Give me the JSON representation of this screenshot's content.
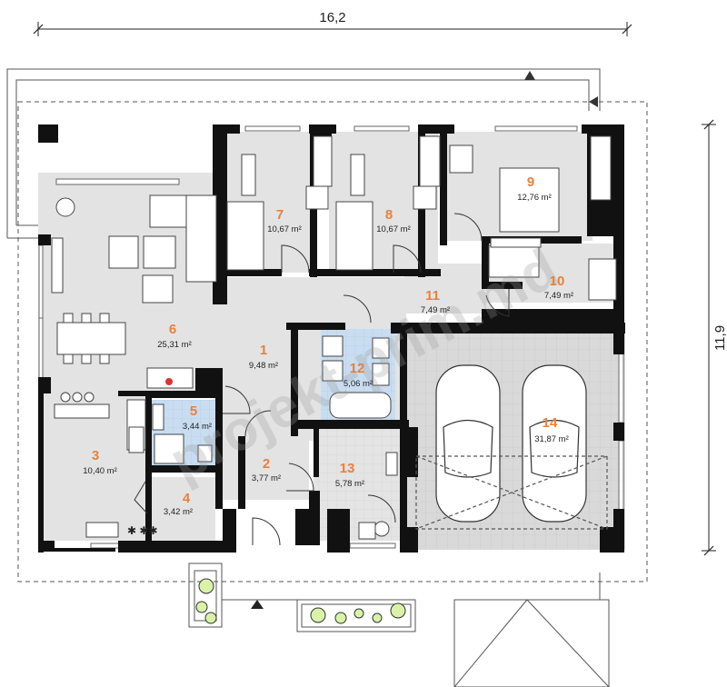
{
  "dimensions": {
    "width_label": "16,2",
    "height_label": "11,9"
  },
  "watermark": "projekt-prim.md",
  "rooms": [
    {
      "number": "1",
      "area": "9,48 m²"
    },
    {
      "number": "2",
      "area": "3,77 m²"
    },
    {
      "number": "3",
      "area": "10,40 m²"
    },
    {
      "number": "4",
      "area": "3,42 m²"
    },
    {
      "number": "5",
      "area": "3,44 m²"
    },
    {
      "number": "6",
      "area": "25,31 m²"
    },
    {
      "number": "7",
      "area": "10,67 m²"
    },
    {
      "number": "8",
      "area": "10,67 m²"
    },
    {
      "number": "9",
      "area": "12,76 m²"
    },
    {
      "number": "10",
      "area": "7,49 m²"
    },
    {
      "number": "11",
      "area": "7,49 m²"
    },
    {
      "number": "12",
      "area": "5,06 m²"
    },
    {
      "number": "13",
      "area": "5,78 m²"
    },
    {
      "number": "14",
      "area": "31,87 m²"
    }
  ],
  "colors": {
    "room_floor": "#e3e3e3",
    "wet_floor": "#c8dcf0",
    "wall": "#111111",
    "label": "#e8813a",
    "garage_floor": "#d6d6d6"
  }
}
